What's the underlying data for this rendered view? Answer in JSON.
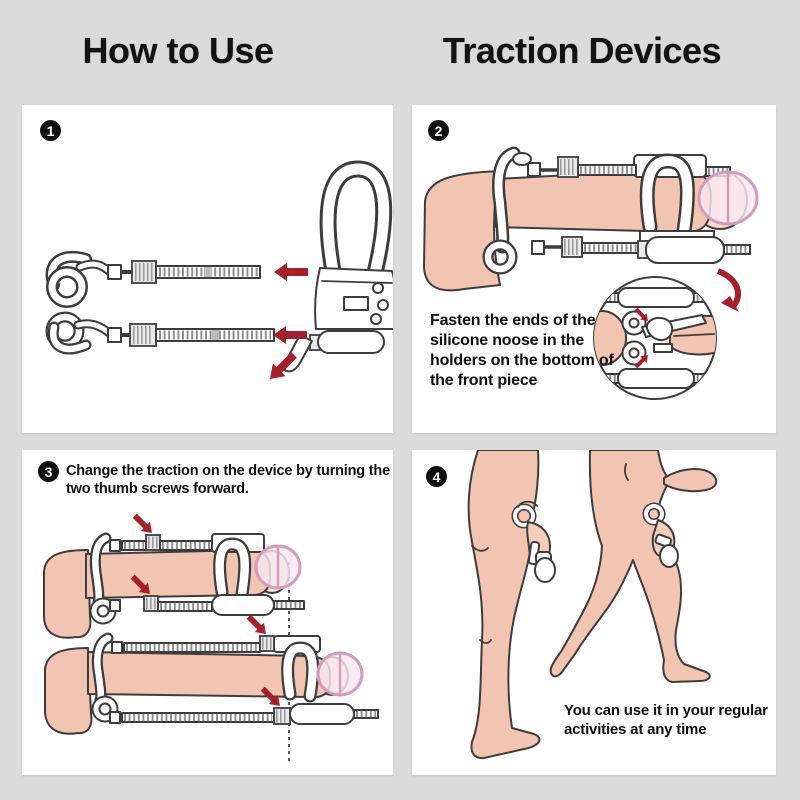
{
  "header": {
    "title_left": "How to Use",
    "title_right": "Traction Devices"
  },
  "colors": {
    "background": "#dbdbdb",
    "panel": "#ffffff",
    "line_art": "#3d3d3d",
    "skin": "#f2c4b2",
    "skin_light": "#f8dbcc",
    "arrow_red": "#a6202c",
    "censor_pink": "#d39cba"
  },
  "panels": [
    {
      "number": "1",
      "caption": ""
    },
    {
      "number": "2",
      "caption": "Fasten the ends of the silicone noose in the holders on the bottom of the front piece"
    },
    {
      "number": "3",
      "caption": "Change the traction on the device by turning the two thumb screws forward."
    },
    {
      "number": "4",
      "caption": "You can use it in your regular activities at any time"
    }
  ]
}
